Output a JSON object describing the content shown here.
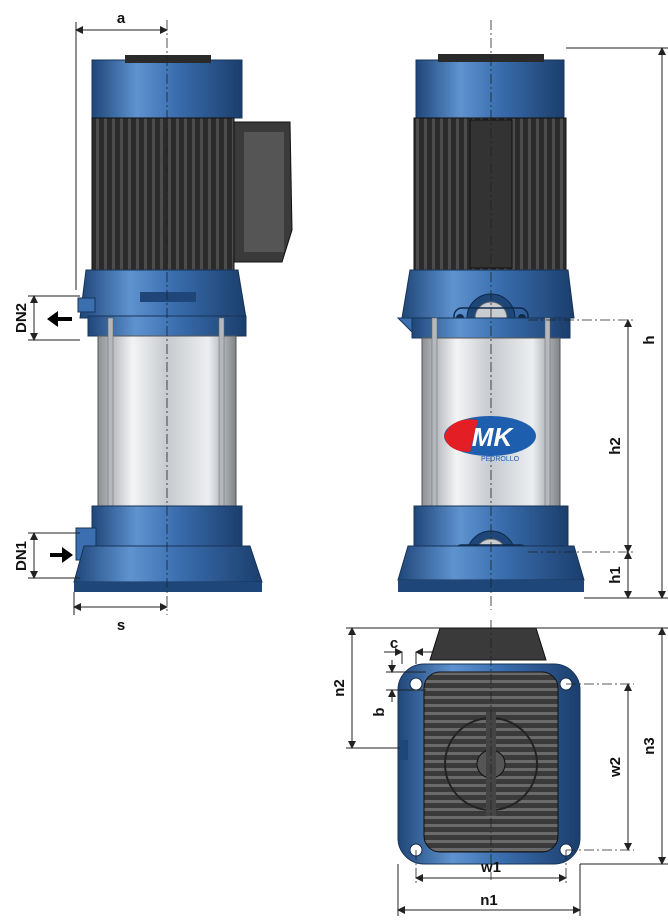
{
  "labels": {
    "a": "a",
    "s": "s",
    "dn1": "DN1",
    "dn2": "DN2",
    "h": "h",
    "h1": "h1",
    "h2": "h2",
    "n1": "n1",
    "n2": "n2",
    "n3": "n3",
    "w1": "w1",
    "w2": "w2",
    "b": "b",
    "c": "c"
  },
  "logo": {
    "text": "MK",
    "subtext": "PEDROLLO"
  },
  "colors": {
    "pump_blue": "#3b6fb0",
    "pump_blue_dark": "#1f4679",
    "pump_blue_light": "#6fa0d6",
    "motor_dark": "#2a2a2a",
    "steel": "#c9ccd0",
    "logo_red": "#e31e24",
    "logo_blue": "#1d5fae"
  }
}
